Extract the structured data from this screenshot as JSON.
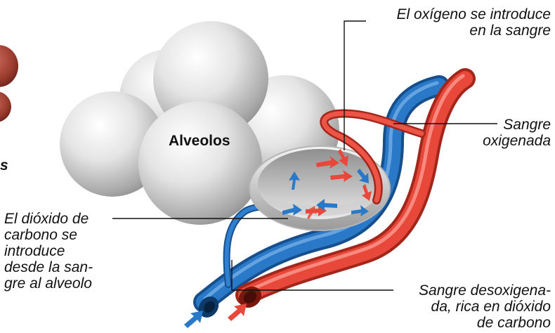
{
  "labels": {
    "alveolos": "Alveolos",
    "oxygen_line1": "El oxígeno se introduce",
    "oxygen_line2": "en la sangre",
    "oxy_blood_line1": "Sangre",
    "oxy_blood_line2": "oxigenada",
    "co2_line1": "El dióxido de",
    "co2_line2": "carbono se",
    "co2_line3": "introduce",
    "co2_line4": "desde la san-",
    "co2_line5": "gre al alveolo",
    "deoxy_line1": "Sangre desoxigena-",
    "deoxy_line2": "da, rica en dióxido",
    "deoxy_line3": "de carbono",
    "cut_letter": "s"
  },
  "colors": {
    "red_vessel": "#e8483a",
    "blue_vessel": "#2a78c8",
    "sphere": "#e0e0e0",
    "cell_edge": "#7a2a22"
  }
}
